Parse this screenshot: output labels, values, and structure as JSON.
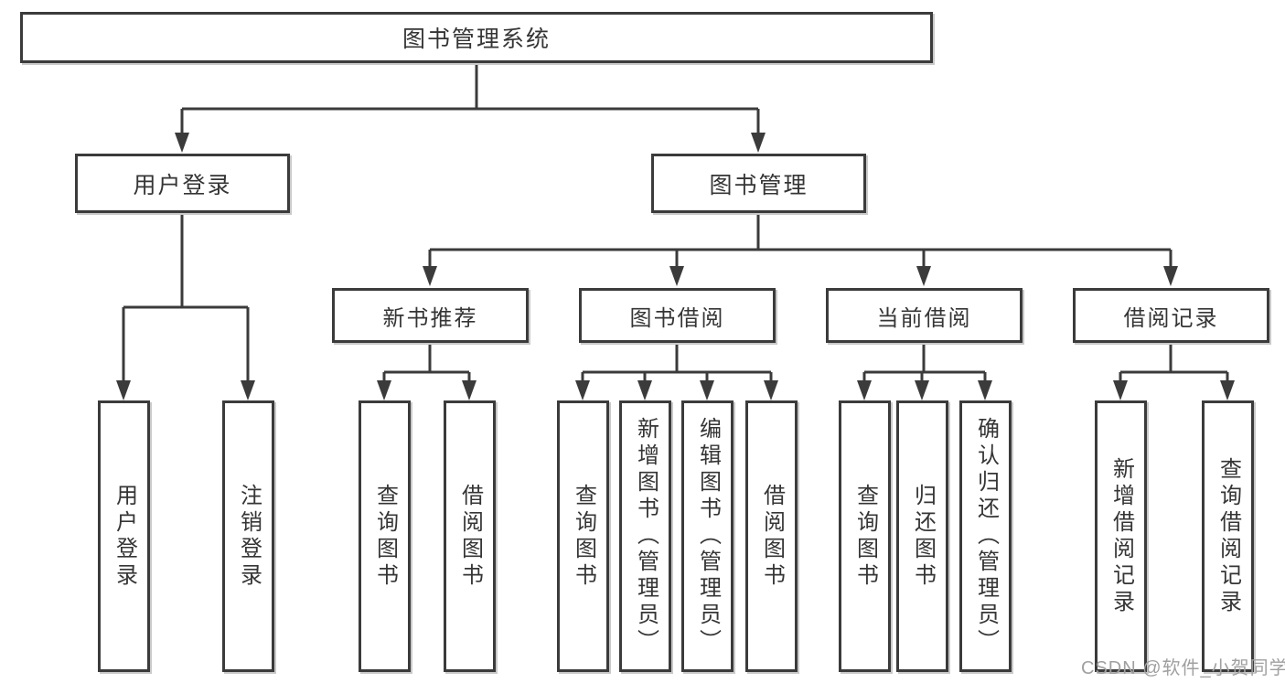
{
  "tree": {
    "root": {
      "label": "图书管理系统"
    },
    "branches": [
      {
        "label": "用户登录",
        "children": [
          {
            "label": "用户登录"
          },
          {
            "label": "注销登录"
          }
        ]
      },
      {
        "label": "图书管理",
        "children": [
          {
            "label": "新书推荐",
            "children": [
              {
                "label": "查询图书"
              },
              {
                "label": "借阅图书"
              }
            ]
          },
          {
            "label": "图书借阅",
            "children": [
              {
                "label": "查询图书"
              },
              {
                "label": "新增图书（管理员）"
              },
              {
                "label": "编辑图书（管理员）"
              },
              {
                "label": "借阅图书"
              }
            ]
          },
          {
            "label": "当前借阅",
            "children": [
              {
                "label": "查询图书"
              },
              {
                "label": "归还图书"
              },
              {
                "label": "确认归还（管理员）"
              }
            ]
          },
          {
            "label": "借阅记录",
            "children": [
              {
                "label": "新增借阅记录"
              },
              {
                "label": "查询借阅记录"
              }
            ]
          }
        ]
      }
    ]
  },
  "watermark": {
    "text": "CSDN @软件_小贺同学"
  },
  "colors": {
    "line": "#3b3b3b",
    "text": "#353535",
    "watermark": "#a0a0a0",
    "background": "#ffffff",
    "box-border": "#3b3b3b",
    "box-shadow": "#c9c9c9"
  }
}
